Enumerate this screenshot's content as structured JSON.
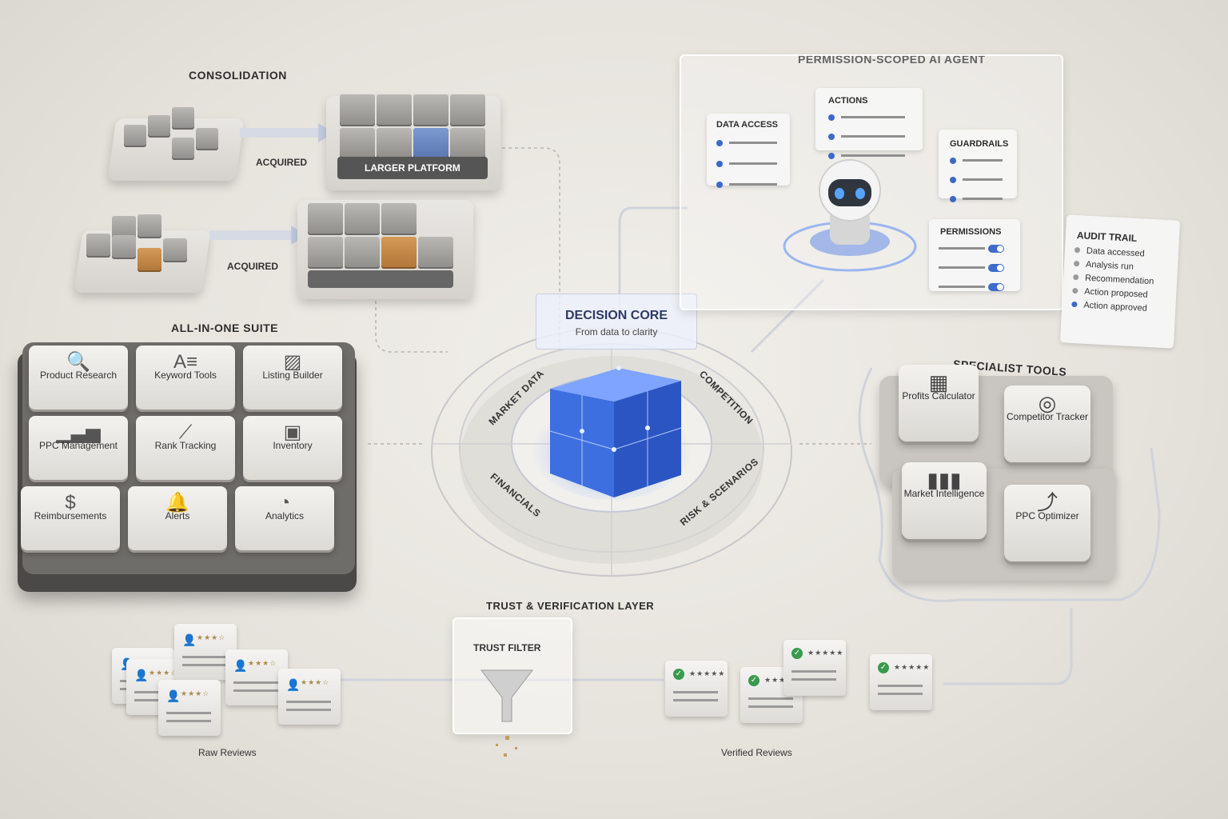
{
  "consolidation": {
    "title": "CONSOLIDATION",
    "acquired1": "ACQUIRED",
    "acquired2": "ACQUIRED",
    "platform": "LARGER PLATFORM"
  },
  "suite": {
    "title": "ALL-IN-ONE SUITE",
    "tiles": [
      {
        "label": "Product Research",
        "icon": "search-icon"
      },
      {
        "label": "Keyword Tools",
        "icon": "keyword-icon"
      },
      {
        "label": "Listing Builder",
        "icon": "image-icon"
      },
      {
        "label": "PPC Management",
        "icon": "bar-chart-icon"
      },
      {
        "label": "Rank Tracking",
        "icon": "line-chart-icon"
      },
      {
        "label": "Inventory",
        "icon": "box-icon"
      },
      {
        "label": "Reimbursements",
        "icon": "dollar-icon"
      },
      {
        "label": "Alerts",
        "icon": "bell-icon"
      },
      {
        "label": "Analytics",
        "icon": "pie-chart-icon"
      }
    ]
  },
  "core": {
    "title": "DECISION CORE",
    "subtitle": "From data to clarity",
    "segments": [
      "MARKET DATA",
      "COMPETITION",
      "FINANCIALS",
      "RISK & SCENARIOS"
    ]
  },
  "agent": {
    "title": "PERMISSION-SCOPED AI AGENT",
    "data_access": "DATA ACCESS",
    "actions": "ACTIONS",
    "guardrails": "GUARDRAILS",
    "permissions": "PERMISSIONS"
  },
  "audit": {
    "title": "AUDIT TRAIL",
    "items": [
      "Data accessed",
      "Analysis run",
      "Recommendation",
      "Action proposed",
      "Action approved"
    ]
  },
  "specialist": {
    "title": "SPECIALIST TOOLS",
    "tools": [
      "Profits Calculator",
      "Competitor Tracker",
      "Market Intelligence",
      "PPC Optimizer"
    ]
  },
  "trust": {
    "title": "TRUST & VERIFICATION LAYER",
    "filter": "TRUST FILTER",
    "raw": "Raw Reviews",
    "verified": "Verified Reviews"
  }
}
